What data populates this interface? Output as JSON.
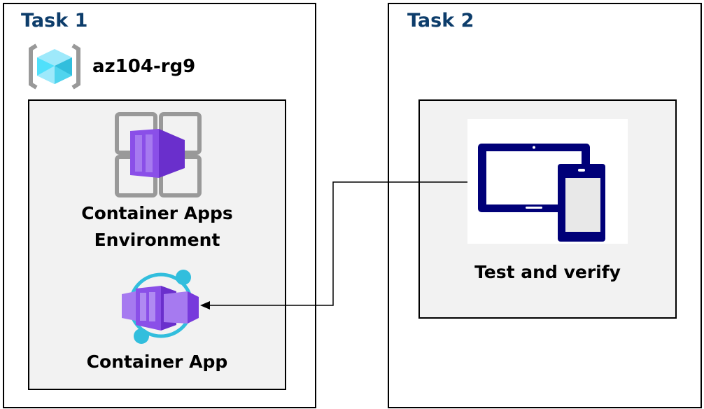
{
  "task1": {
    "title": "Task 1",
    "resource_group": {
      "name": "az104-rg9",
      "icon": "resource-group-icon"
    },
    "environment": {
      "label_line1": "Container Apps",
      "label_line2": "Environment",
      "icon": "container-apps-environment-icon"
    },
    "container_app": {
      "label": "Container App",
      "icon": "container-app-icon"
    }
  },
  "task2": {
    "title": "Task 2",
    "test": {
      "label": "Test and verify",
      "icon": "devices-icon"
    }
  },
  "colors": {
    "title": "#0d3d6b",
    "purple": "#773adc",
    "cyan": "#32bedd",
    "navy": "#000078",
    "panel": "#f2f2f2"
  }
}
